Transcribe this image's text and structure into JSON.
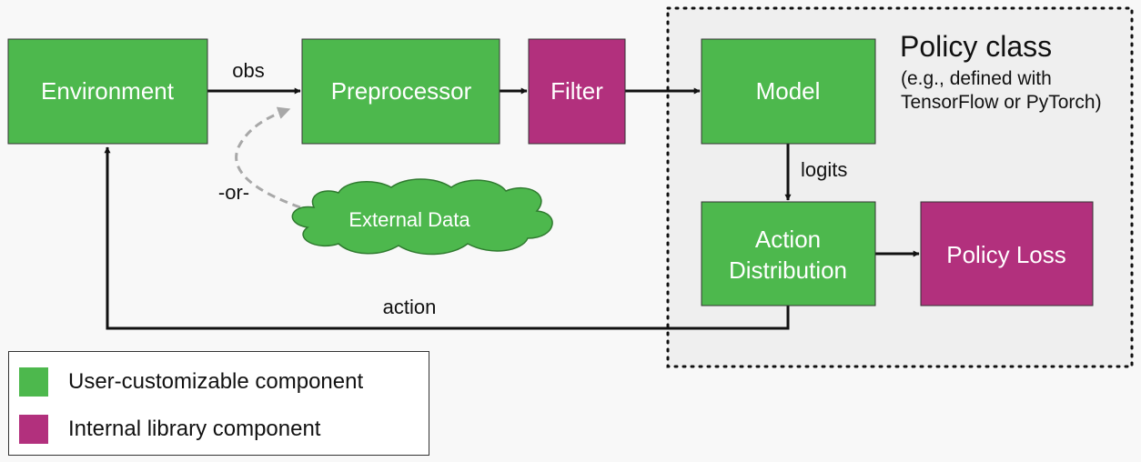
{
  "colors": {
    "user_component": "#4db84d",
    "library_component": "#b2307d",
    "policy_region_bg": "#efefef",
    "edge": "#111111",
    "optional_edge": "#a8a8a8"
  },
  "policy_class": {
    "title": "Policy class",
    "subtitle_line1": "(e.g., defined with",
    "subtitle_line2": "TensorFlow or PyTorch)"
  },
  "nodes": {
    "environment": {
      "label": "Environment",
      "kind": "user"
    },
    "preprocessor": {
      "label": "Preprocessor",
      "kind": "user"
    },
    "filter": {
      "label": "Filter",
      "kind": "library"
    },
    "model": {
      "label": "Model",
      "kind": "user"
    },
    "action_distribution": {
      "line1": "Action",
      "line2": "Distribution",
      "kind": "user"
    },
    "policy_loss": {
      "label": "Policy Loss",
      "kind": "library"
    },
    "external_data": {
      "label": "External Data",
      "kind": "user"
    }
  },
  "edges": {
    "obs": "obs",
    "logits": "logits",
    "action": "action",
    "or": "-or-"
  },
  "legend": {
    "user": "User-customizable component",
    "library": "Internal library component"
  }
}
